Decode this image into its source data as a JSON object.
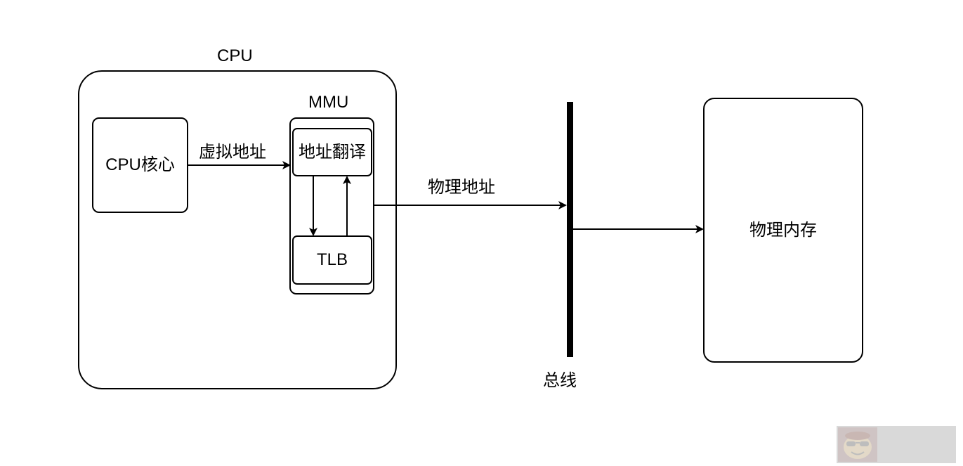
{
  "diagram": {
    "title": "CPU 虚拟地址转换到物理内存示意图",
    "cpu": {
      "label": "CPU"
    },
    "cpu_core": {
      "label": "CPU核心"
    },
    "mmu": {
      "label": "MMU"
    },
    "address_translation": {
      "label": "地址翻译"
    },
    "tlb": {
      "label": "TLB"
    },
    "bus": {
      "label": "总线"
    },
    "physical_memory": {
      "label": "物理内存"
    },
    "edges": [
      {
        "from": "cpu_core",
        "to": "address_translation",
        "label": "虚拟地址"
      },
      {
        "from": "address_translation",
        "to": "tlb",
        "label": ""
      },
      {
        "from": "tlb",
        "to": "address_translation",
        "label": ""
      },
      {
        "from": "mmu",
        "to": "bus",
        "label": "物理地址"
      },
      {
        "from": "bus",
        "to": "physical_memory",
        "label": ""
      }
    ]
  },
  "watermark": {
    "icon": "monkey-sunglasses-icon"
  },
  "colors": {
    "stroke": "#000000",
    "background": "#ffffff",
    "watermark_bg": "#d9d9d9"
  }
}
